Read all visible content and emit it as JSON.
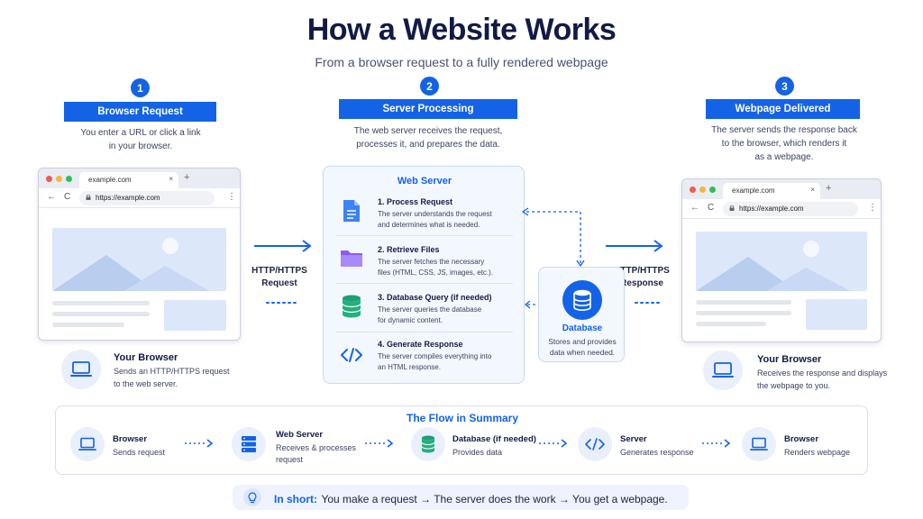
{
  "title": "How a Website Works",
  "subtitle": "From a browser request to a fully rendered webpage",
  "steps": [
    {
      "number": "1",
      "label": "Browser Request",
      "desc_lines": [
        "You enter a URL or click a link",
        "in your browser."
      ]
    },
    {
      "number": "2",
      "label": "Server Processing",
      "desc_lines": [
        "The web server receives the request,",
        "processes it, and prepares the data."
      ]
    },
    {
      "number": "3",
      "label": "Webpage Delivered",
      "desc_lines": [
        "The server sends the response back",
        "to the browser, which renders it",
        "as a webpage."
      ]
    }
  ],
  "browser_mock": {
    "tab_label": "example.com",
    "url": "https://example.com",
    "tab_close": "×",
    "tab_add": "+",
    "back": "←",
    "reload": "C",
    "menu": "⋮"
  },
  "your_browser_left": {
    "title": "Your Browser",
    "lines": [
      "Sends an HTTP/HTTPS request",
      "to the web server."
    ]
  },
  "your_browser_right": {
    "title": "Your Browser",
    "lines": [
      "Receives the response and displays",
      "the webpage to you."
    ]
  },
  "request_label": [
    "HTTP/HTTPS",
    "Request"
  ],
  "response_label": [
    "HTTP/HTTPS",
    "Response"
  ],
  "web_server": {
    "title": "Web Server",
    "items": [
      {
        "title": "1. Process Request",
        "lines": [
          "The server understands the request",
          "and determines what is needed."
        ],
        "icon": "document-icon"
      },
      {
        "title": "2. Retrieve Files",
        "lines": [
          "The server fetches the necessary",
          "files (HTML, CSS, JS, images, etc.)."
        ],
        "icon": "folder-icon"
      },
      {
        "title": "3. Database Query (if needed)",
        "lines": [
          "The server queries the database",
          "for dynamic content."
        ],
        "icon": "database-icon"
      },
      {
        "title": "4. Generate Response",
        "lines": [
          "The server compiles everything into",
          "an HTML response."
        ],
        "icon": "code-icon"
      }
    ]
  },
  "database": {
    "title": "Database",
    "lines": [
      "Stores and provides",
      "data when needed."
    ]
  },
  "summary": {
    "title": "The Flow in Summary",
    "items": [
      {
        "title": "Browser",
        "lines": [
          "Sends request"
        ],
        "icon": "laptop-icon"
      },
      {
        "title": "Web Server",
        "lines": [
          "Receives & processes",
          "request"
        ],
        "icon": "server-icon"
      },
      {
        "title": "Database (if needed)",
        "lines": [
          "Provides data"
        ],
        "icon": "database-icon"
      },
      {
        "title": "Server",
        "lines": [
          "Generates response"
        ],
        "icon": "code-icon"
      },
      {
        "title": "Browser",
        "lines": [
          "Renders webpage"
        ],
        "icon": "laptop-icon"
      }
    ]
  },
  "in_short": {
    "label": "In short:",
    "text": "You make a request → The server does the work → You get a webpage."
  },
  "colors": {
    "primary": "#1463e6",
    "dark": "#121a46",
    "panel": "#f3f7fe",
    "green": "#1f9d74",
    "purple": "#8b5cf6"
  }
}
